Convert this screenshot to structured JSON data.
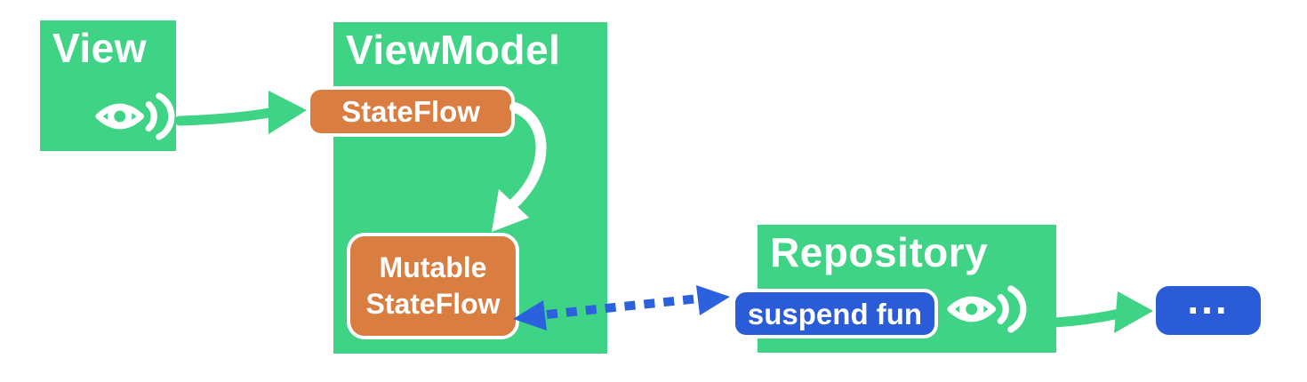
{
  "colors": {
    "box_green": "#3ed385",
    "badge_orange": "#d97d41",
    "badge_blue": "#2a5cd8",
    "arrow_blue": "#2b61dd",
    "arrow_white": "#ffffff",
    "text_white": "#ffffff",
    "background": "#ffffff"
  },
  "nodes": {
    "view": {
      "label": "View",
      "icon": "observer-eye-icon"
    },
    "viewmodel": {
      "label": "ViewModel"
    },
    "repository": {
      "label": "Repository",
      "icon": "observer-eye-icon"
    },
    "more": {
      "label": "..."
    }
  },
  "badges": {
    "stateflow": {
      "label": "StateFlow"
    },
    "mutable_stateflow": {
      "line1": "Mutable",
      "line2": "StateFlow"
    },
    "suspend_fun": {
      "label": "suspend fun"
    }
  },
  "arrows": [
    {
      "from": "view",
      "to": "stateflow-badge",
      "style": "solid",
      "color": "green",
      "direction": "forward"
    },
    {
      "from": "stateflow-badge",
      "to": "mutable-stateflow-badge",
      "style": "solid",
      "color": "white",
      "direction": "forward"
    },
    {
      "from": "mutable-stateflow-badge",
      "to": "suspend-fun-badge",
      "style": "dashed",
      "color": "blue",
      "direction": "bidirectional"
    },
    {
      "from": "repository",
      "to": "more",
      "style": "solid",
      "color": "green",
      "direction": "forward"
    }
  ]
}
